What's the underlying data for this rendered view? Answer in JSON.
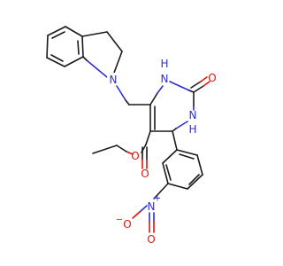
{
  "molecule": {
    "atoms": {
      "indoline_n": {
        "text": "N",
        "color": "#2d2dd6"
      },
      "nh_top": {
        "text": "H",
        "color": "#2d2dd6"
      },
      "n_top": {
        "text": "N",
        "color": "#2d2dd6"
      },
      "carbonyl_o": {
        "text": "O",
        "color": "#e8120c"
      },
      "n_mid": {
        "text": "N",
        "color": "#2d2dd6"
      },
      "nh_mid": {
        "text": "H",
        "color": "#2d2dd6"
      },
      "ester_o_single": {
        "text": "O",
        "color": "#e8120c"
      },
      "ester_o_double": {
        "text": "O",
        "color": "#e8120c"
      },
      "nitro_n": {
        "text": "N",
        "color": "#2d2dd6"
      },
      "nitro_plus": {
        "text": "+",
        "color": "#2d2dd6"
      },
      "nitro_o_left": {
        "text": "O",
        "color": "#e8120c"
      },
      "nitro_minus": {
        "text": "−",
        "color": "#e8120c"
      },
      "nitro_o_bottom": {
        "text": "O",
        "color": "#e8120c"
      }
    }
  }
}
